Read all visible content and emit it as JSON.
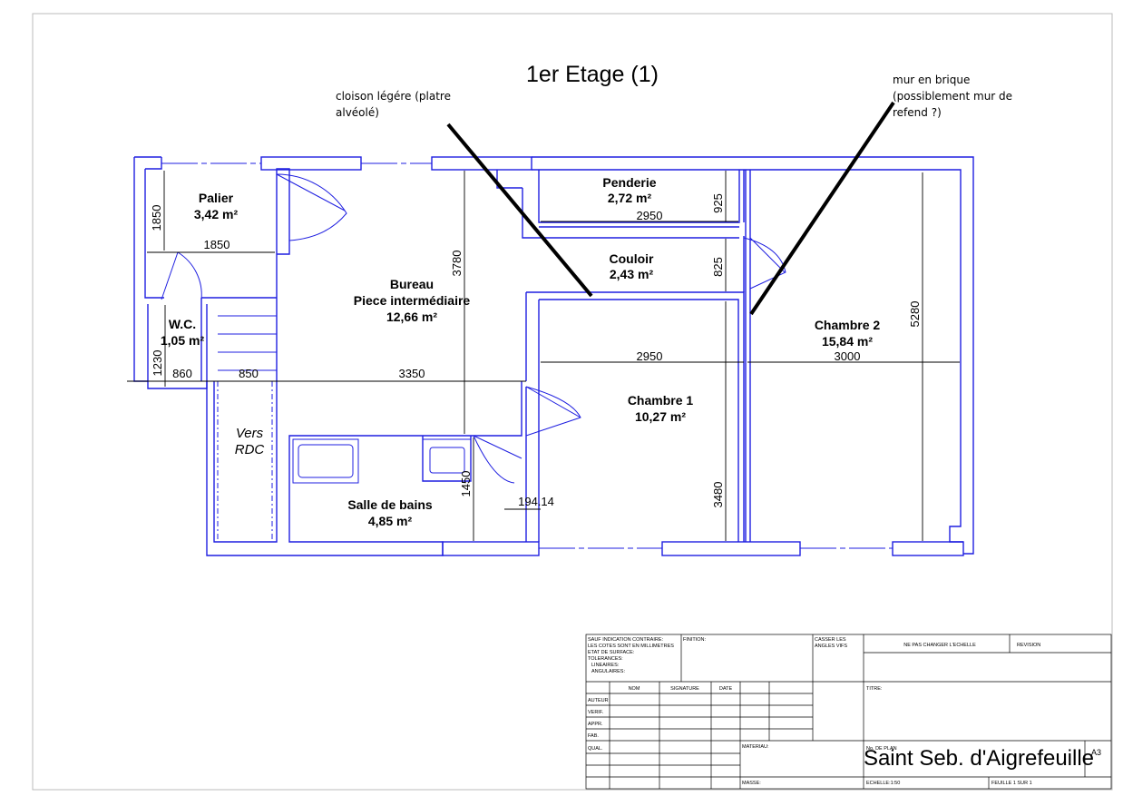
{
  "plan": {
    "title": "1er Etage (1)",
    "notes": {
      "cloison": [
        "cloison légére (platre",
        "alvéolé)"
      ],
      "mur": [
        "mur en brique",
        "(possiblement mur de",
        "refend ?)"
      ]
    },
    "rooms": {
      "palier": {
        "name": "Palier",
        "area": "3,42 m²"
      },
      "wc": {
        "name": "W.C.",
        "area": "1,05 m²"
      },
      "bureau": {
        "name": "Bureau",
        "name2": "Piece intermédiaire",
        "area": "12,66 m²"
      },
      "penderie": {
        "name": "Penderie",
        "area": "2,72 m²"
      },
      "couloir": {
        "name": "Couloir",
        "area": "2,43 m²"
      },
      "chambre1": {
        "name": "Chambre 1",
        "area": "10,27 m²"
      },
      "chambre2": {
        "name": "Chambre 2",
        "area": "15,84 m²"
      },
      "sdb": {
        "name": "Salle de bains",
        "area": "4,85 m²"
      },
      "stairs": {
        "name": "Vers",
        "name2": "RDC"
      }
    },
    "dimensions": {
      "palier_h": "1850",
      "palier_w": "1850",
      "wc_h": "1230",
      "wc_w": "860",
      "stair_w": "850",
      "bureau_w": "3350",
      "bureau_h": "3780",
      "sdb_h": "1450",
      "gap": "194.14",
      "penderie_w": "2950",
      "penderie_h": "925",
      "couloir_h": "825",
      "ch1_w": "2950",
      "ch1_h": "3480",
      "ch2_w": "3000",
      "ch2_h": "5280"
    }
  },
  "title_block": {
    "general": [
      "SAUF INDICATION CONTRAIRE:",
      "LES COTES SONT EN MILLIMETRES",
      "ETAT DE SURFACE:",
      "TOLERANCES:",
      "LINEAIRES:",
      "ANGULAIRES:"
    ],
    "finition": "FINITION:",
    "casser": [
      "CASSER LES",
      "ANGLES VIFS"
    ],
    "echelle_note": "NE PAS CHANGER L'ECHELLE",
    "revision": "REVISION",
    "headers": {
      "nom": "NOM",
      "signature": "SIGNATURE",
      "date": "DATE"
    },
    "rows": [
      "AUTEUR",
      "VERIF.",
      "APPR.",
      "FAB.",
      "QUAL."
    ],
    "titre": "TITRE:",
    "materiau": "MATERIAU:",
    "no_plan": "No. DE PLAN",
    "sheet_code": "A3",
    "masse": "MASSE:",
    "echelle": "ECHELLE:1:50",
    "feuille": "FEUILLE 1 SUR 1",
    "location": "Saint Seb. d'Aigrefeuille"
  }
}
